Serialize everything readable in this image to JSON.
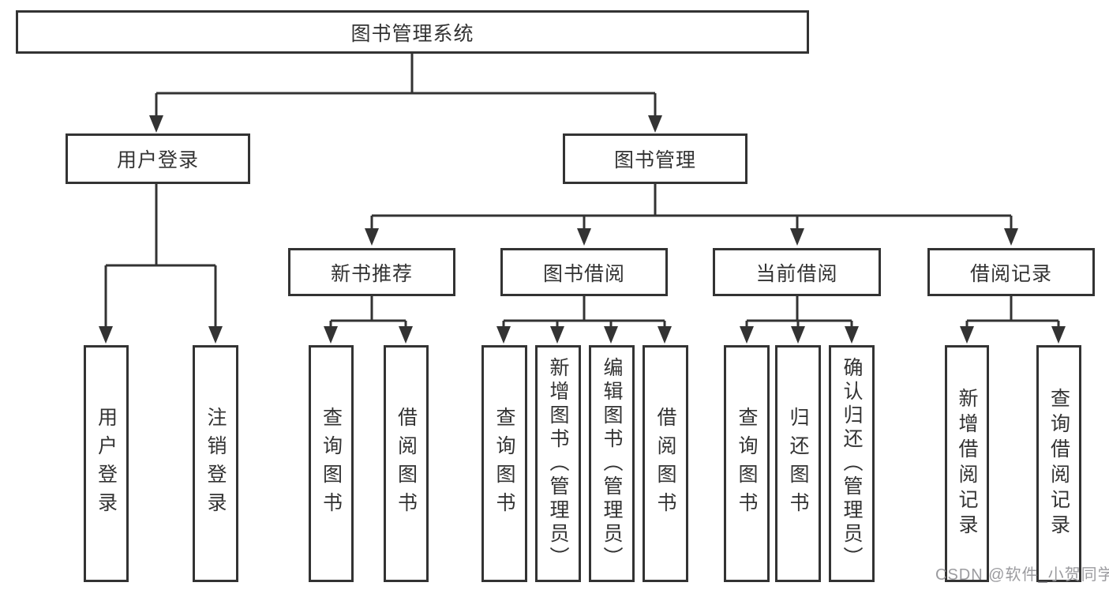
{
  "tree": {
    "root": {
      "label": "图书管理系统"
    },
    "level2": [
      {
        "label": "用户登录",
        "leaves": [
          {
            "label": "用户登录"
          },
          {
            "label": "注销登录"
          }
        ]
      },
      {
        "label": "图书管理",
        "groups": [
          {
            "label": "新书推荐",
            "leaves": [
              {
                "label": "查询图书"
              },
              {
                "label": "借阅图书"
              }
            ]
          },
          {
            "label": "图书借阅",
            "leaves": [
              {
                "label": "查询图书"
              },
              {
                "label": "新增图书（管理员）"
              },
              {
                "label": "编辑图书（管理员）"
              },
              {
                "label": "借阅图书"
              }
            ]
          },
          {
            "label": "当前借阅",
            "leaves": [
              {
                "label": "查询图书"
              },
              {
                "label": "归还图书"
              },
              {
                "label": "确认归还（管理员）"
              }
            ]
          },
          {
            "label": "借阅记录",
            "leaves": [
              {
                "label": "新增借阅记录"
              },
              {
                "label": "查询借阅记录"
              }
            ]
          }
        ]
      }
    ]
  },
  "watermark": {
    "text": "CSDN @软件_小贺同学",
    "color": "#9b9b9f"
  },
  "colors": {
    "line": "#333333",
    "box_border": "#333333",
    "text": "#333333",
    "background": "#ffffff"
  }
}
